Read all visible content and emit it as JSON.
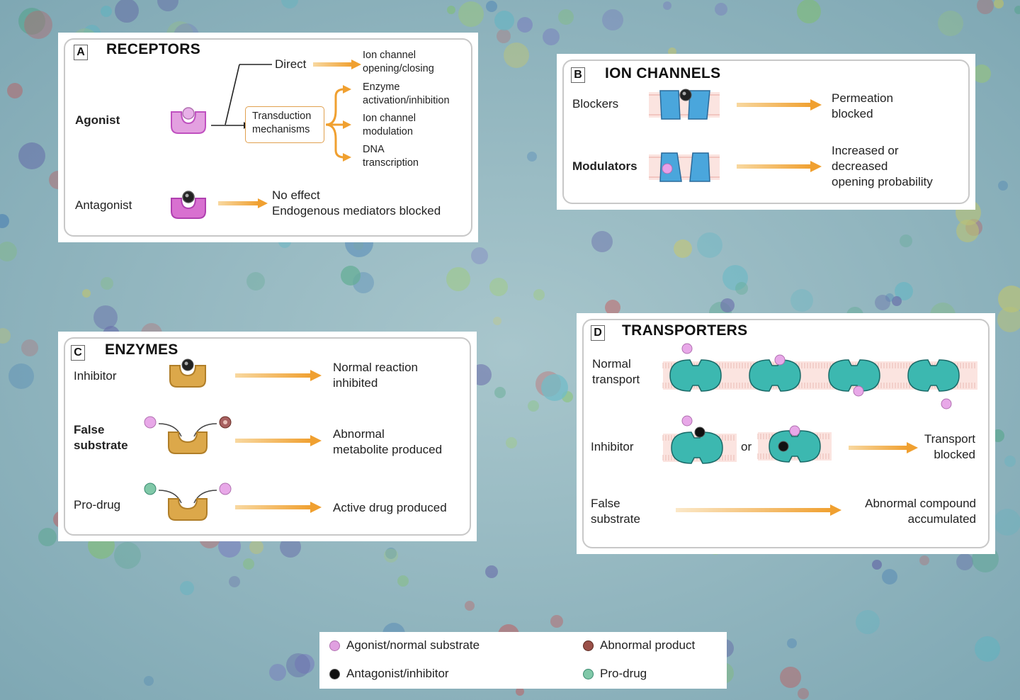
{
  "receptors": {
    "letter": "A",
    "title": "RECEPTORS",
    "agonist": "Agonist",
    "antagonist": "Antagonist",
    "direct": "Direct",
    "transduction": "Transduction\nmechanisms",
    "ion_channel_opening": "Ion channel\nopening/closing",
    "enzyme_activation": "Enzyme\nactivation/inhibition",
    "ion_channel_modulation": "Ion channel\nmodulation",
    "dna_transcription": "DNA\ntranscription",
    "no_effect": "No effect\nEndogenous mediators blocked"
  },
  "ion_channels": {
    "letter": "B",
    "title": "ION CHANNELS",
    "blockers": "Blockers",
    "modulators": "Modulators",
    "permeation_blocked": "Permeation\nblocked",
    "increased_decreased": "Increased or\ndecreased\nopening probability"
  },
  "enzymes": {
    "letter": "C",
    "title": "ENZYMES",
    "inhibitor": "Inhibitor",
    "false_substrate": "False\nsubstrate",
    "pro_drug": "Pro-drug",
    "normal_reaction_inhibited": "Normal reaction\ninhibited",
    "abnormal_metabolite": "Abnormal\nmetabolite produced",
    "active_drug": "Active drug produced"
  },
  "transporters": {
    "letter": "D",
    "title": "TRANSPORTERS",
    "normal_transport": "Normal\ntransport",
    "inhibitor": "Inhibitor",
    "or": "or",
    "transport_blocked": "Transport\nblocked",
    "false_substrate": "False\nsubstrate",
    "abnormal_compound": "Abnormal compound\naccumulated"
  },
  "legend": {
    "agonist": "Agonist/normal substrate",
    "abnormal_product": "Abnormal product",
    "antagonist": "Antagonist/inhibitor",
    "pro_drug": "Pro-drug"
  },
  "colors": {
    "agonist": "#d98bd9",
    "antagonist": "#111111",
    "abnormal_product": "#8a4a40",
    "pro_drug": "#7cc4a8",
    "arrow": "#f0a030",
    "receptor": "#d16ad0",
    "enzyme": "#d9a040",
    "channel": "#3b9bd0",
    "transporter": "#3cb8b0"
  }
}
